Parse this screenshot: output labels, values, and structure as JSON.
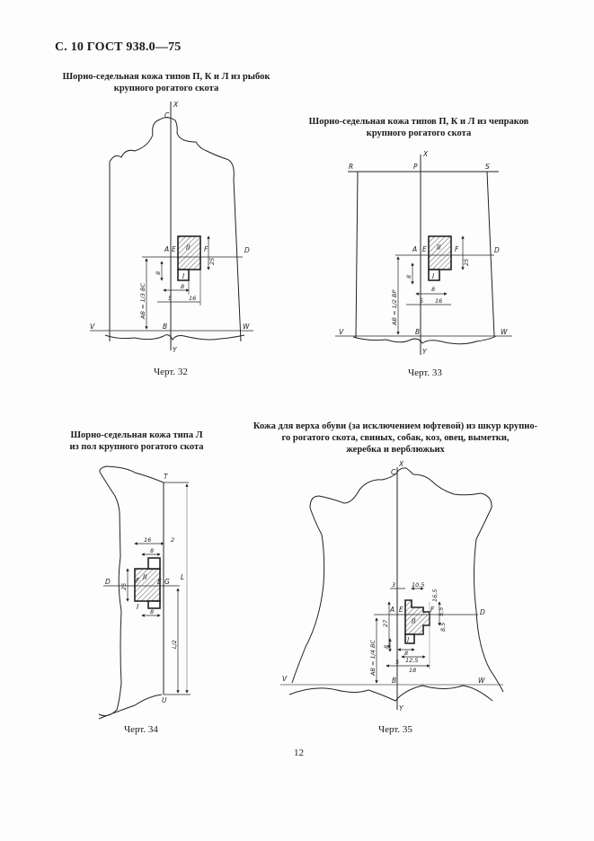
{
  "page": {
    "header": "С. 10 ГОСТ 938.0—75",
    "page_number": "12"
  },
  "figures": [
    {
      "id": "fig32",
      "title_line1": "Шорно-седельная кожа типов П, К и Л из рыбок",
      "title_line2": "крупного рогатого скота",
      "caption": "Черт. 32",
      "labels": {
        "x": "X",
        "c": "C",
        "a": "A",
        "e": "E",
        "f": "F",
        "d": "D",
        "b": "B",
        "v": "V",
        "w": "W",
        "y": "Y",
        "zone1": "I",
        "zone2": "II"
      },
      "dims": {
        "d25": "25",
        "d8v": "8",
        "d8h": "8",
        "d5": "5",
        "d16": "16",
        "ab": "AB = 1/3 BC"
      }
    },
    {
      "id": "fig33",
      "title_line1": "Шорно-седельная кожа типов П, К и Л из чепраков",
      "title_line2": "крупного рогатого скота",
      "caption": "Черт. 33",
      "labels": {
        "x": "X",
        "r": "R",
        "p": "P",
        "s": "S",
        "a": "A",
        "e": "E",
        "f": "F",
        "d": "D",
        "b": "B",
        "v": "V",
        "w": "W",
        "y": "Y",
        "zone1": "I",
        "zone2": "II"
      },
      "dims": {
        "d25": "25",
        "d8v": "8",
        "d8h": "8",
        "d5": "5",
        "d16": "16",
        "ab": "AB = 1/2 BP"
      }
    },
    {
      "id": "fig34",
      "title_line1": "Шорно-седельная кожа типа Л",
      "title_line2": "из пол крупного рогатого скота",
      "caption": "Черт. 34",
      "labels": {
        "t": "T",
        "u": "U",
        "d": "D",
        "f": "F",
        "e": "E",
        "g": "G",
        "l": "L",
        "zone1": "I",
        "zone2": "II"
      },
      "dims": {
        "d16": "16",
        "d2": "2",
        "d8a": "8",
        "d8b": "8",
        "d25": "25",
        "half": "L/2"
      }
    },
    {
      "id": "fig35",
      "title_line1": "Кожа для верха обуви (за исключением юфтевой) из шкур крупно-",
      "title_line2": "го рогатого скота, свиных, собак, коз, овец, выметки,",
      "title_line3": "жеребка и верблюжьих",
      "caption": "Черт. 35",
      "labels": {
        "x": "X",
        "c": "C",
        "a": "A",
        "e": "E",
        "f": "F",
        "d": "D",
        "b": "B",
        "v": "V",
        "w": "W",
        "y": "Y",
        "zone1": "I",
        "zone2": "II"
      },
      "dims": {
        "d3": "3",
        "d105": "10,5",
        "d165": "16,5",
        "d55": "5,5",
        "d27": "27",
        "d85": "8,5",
        "d8v": "8",
        "d8h": "8",
        "d125": "12,5",
        "d5": "5",
        "d18": "18",
        "ab": "AB = 1/4 BC"
      }
    }
  ]
}
